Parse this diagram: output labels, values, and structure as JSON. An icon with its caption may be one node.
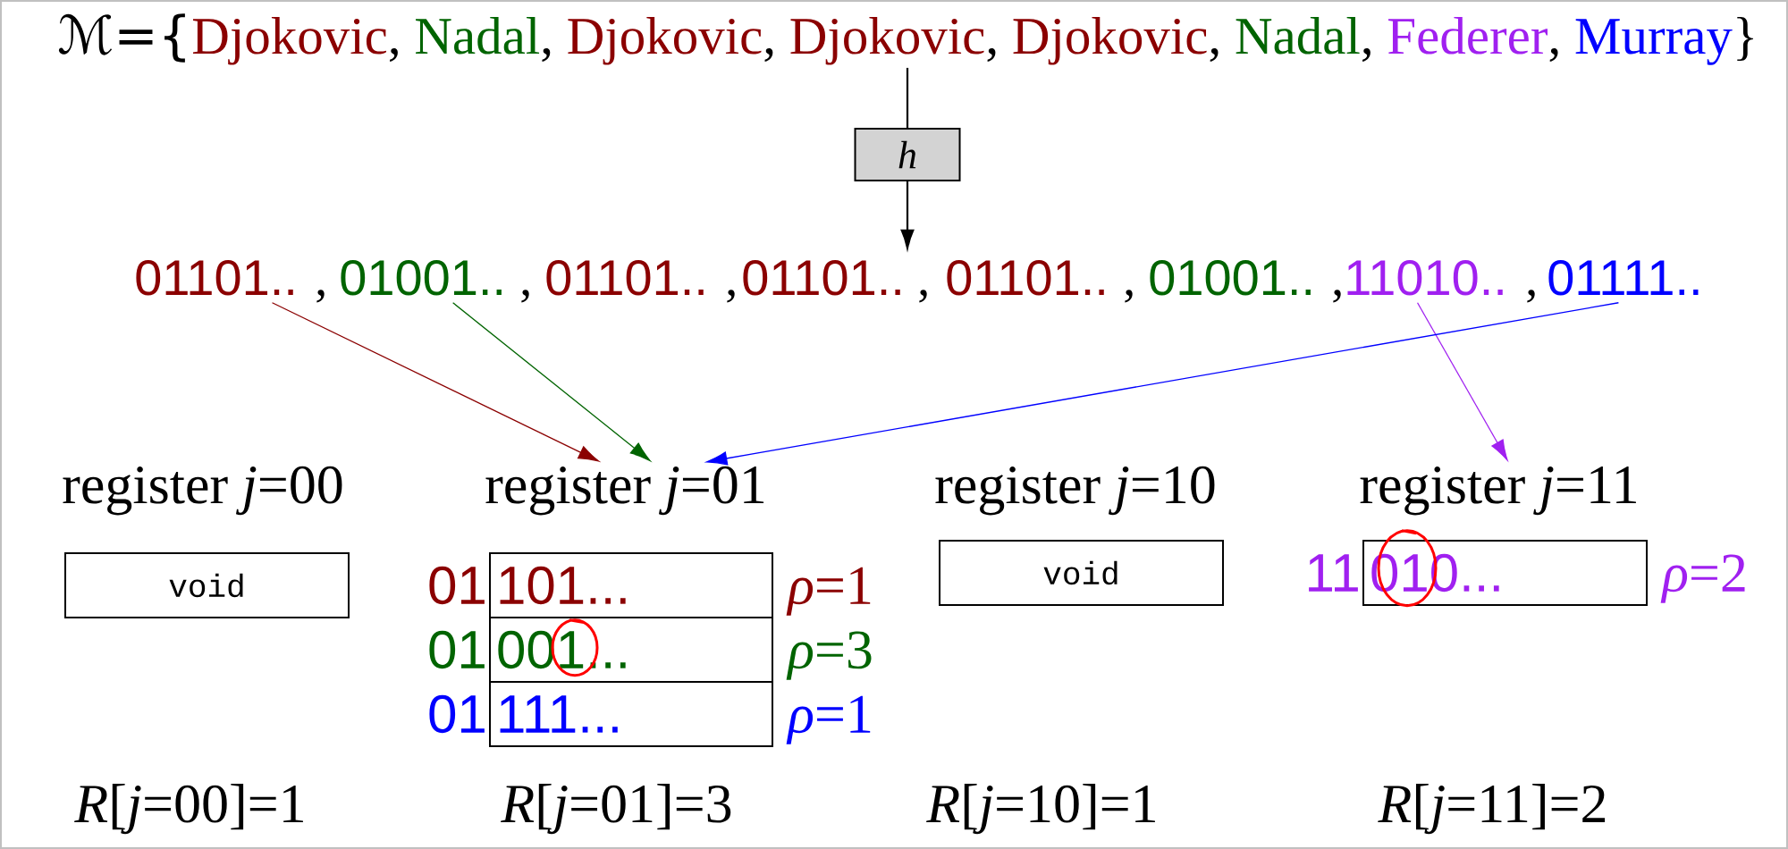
{
  "diagram": {
    "nodes": [
      {
        "text": [
          "ℳ={",
          "Djokovic",
          ",",
          "Nadal",
          ",",
          "Djokovic",
          ",",
          "Djokovic",
          ",",
          "Djokovic",
          ",",
          "Nadal",
          ",",
          "Federer",
          ",",
          "Murray",
          "}"
        ]
      },
      {
        "text": [
          "h"
        ]
      },
      {
        "text": [
          "01101.."
        ]
      },
      {
        "text": [
          "01001.."
        ]
      },
      {
        "text": [
          "01101.."
        ]
      },
      {
        "text": [
          "01101.."
        ]
      },
      {
        "text": [
          "01101.."
        ]
      },
      {
        "text": [
          "01001.."
        ]
      },
      {
        "text": [
          "11010.."
        ]
      },
      {
        "text": [
          "01111.."
        ]
      },
      {
        "text": [
          "register *j*=00",
          "void"
        ]
      },
      {
        "text": [
          "register *j*=01"
        ]
      },
      {
        "text": [
          "101..."
        ],
        "beside": [
          "01",
          "*ρ*=1"
        ],
        "in": 11
      },
      {
        "text": [
          "001..."
        ],
        "beside": [
          "01",
          "*ρ*=3"
        ],
        "in": 11
      },
      {
        "text": [
          "111..."
        ],
        "beside": [
          "01",
          "*ρ*=1"
        ],
        "in": 11
      },
      {
        "text": [
          "register *j*=10",
          "void"
        ]
      },
      {
        "text": [
          "register *j*=11",
          "010..."
        ],
        "beside": [
          "11",
          "*ρ*=2"
        ]
      }
    ],
    "edges": [
      {
        "from": 0,
        "to": 1,
        "arrow": "none"
      },
      {
        "from": 1,
        "to": 5,
        "arrow": "to"
      },
      {
        "from": 2,
        "to": 11,
        "arrow": "to",
        "color": "#8b0000"
      },
      {
        "from": 3,
        "to": 11,
        "arrow": "to",
        "color": "#006400"
      },
      {
        "from": 8,
        "to": 16,
        "arrow": "to",
        "color": "#a020f0"
      },
      {
        "from": 9,
        "to": 11,
        "arrow": "to",
        "color": "#0000ff"
      }
    ],
    "labels": [
      ",",
      ",",
      ",",
      ",",
      ",",
      ",",
      ",",
      "*R*[*j*=00]=1",
      "*R*[*j*=01]=3",
      "*R*[*j*=10]=1",
      "*R*[*j*=11]=2"
    ]
  }
}
